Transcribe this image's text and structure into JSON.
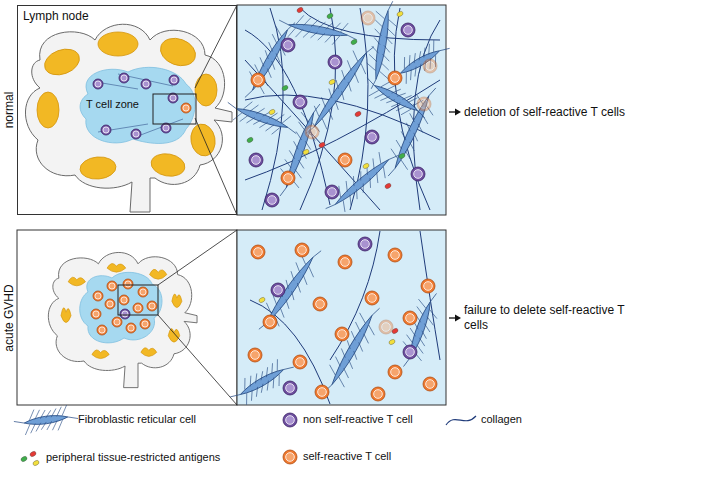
{
  "diagram": {
    "nodes": [
      {
        "text": [
          "Lymph node"
        ]
      },
      {
        "text": [
          "T cell zone"
        ],
        "in": 0
      }
    ],
    "labels": [
      "normal",
      "deletion of self-reactive T cells",
      "acute GVHD",
      "failure to delete self-reactive T cells"
    ],
    "legend": [
      {
        "text": "Fibroblastic reticular cell"
      },
      {
        "text": "non self-reactive T cell"
      },
      {
        "text": "collagen"
      },
      {
        "text": "peripheral tissue-restricted antigens"
      },
      {
        "text": "self-reactive T cell"
      }
    ]
  }
}
